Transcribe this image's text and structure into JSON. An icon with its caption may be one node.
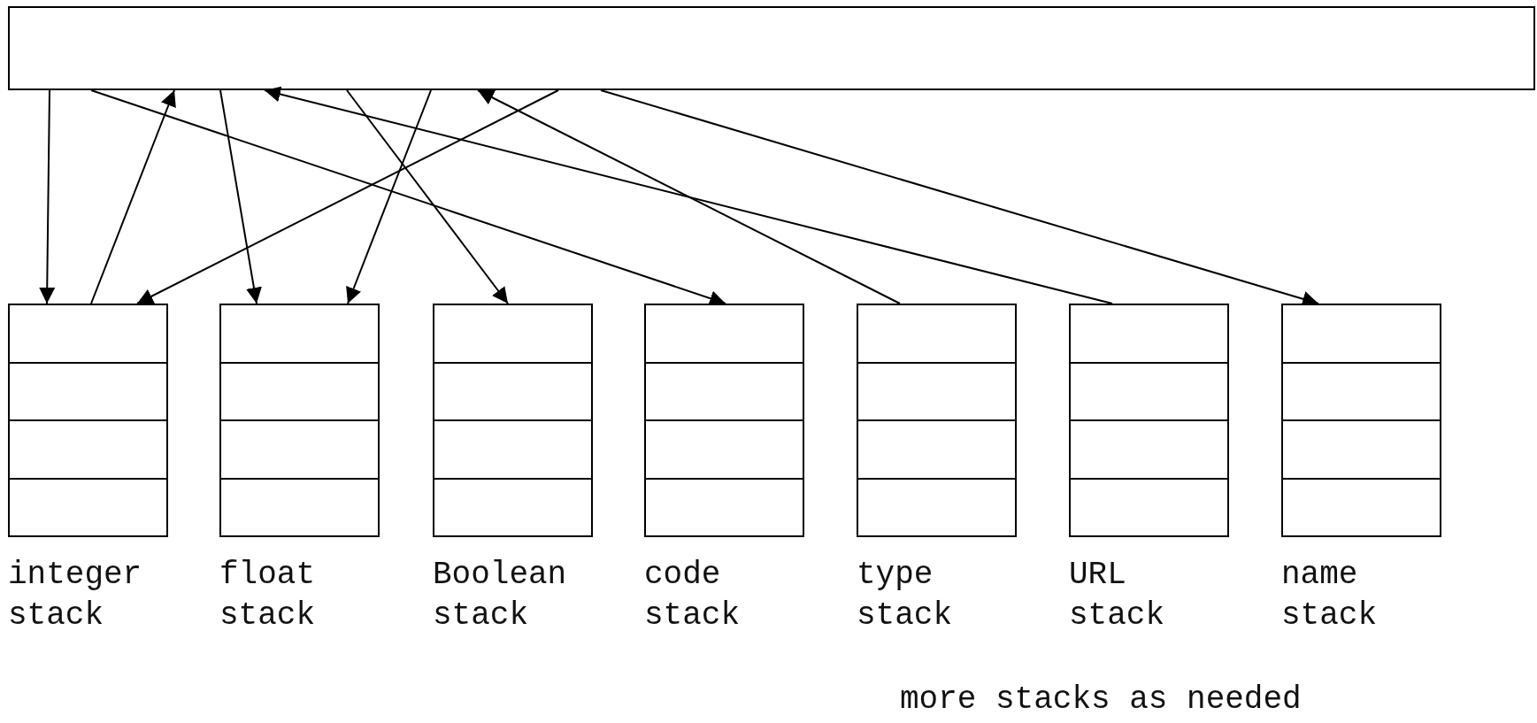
{
  "diagram": {
    "nodes": [
      {
        "text": [],
        "shape": "box"
      },
      {
        "text": [
          "integer stack"
        ]
      },
      {
        "text": [
          "float stack"
        ]
      },
      {
        "text": [
          "Boolean stack"
        ]
      },
      {
        "text": [
          "code stack"
        ]
      },
      {
        "text": [
          "type stack"
        ]
      },
      {
        "text": [
          "URL stack"
        ]
      },
      {
        "text": [
          "name stack"
        ]
      }
    ],
    "edges": [
      {
        "from": 0,
        "to": 1,
        "arrow": "to"
      },
      {
        "from": 1,
        "to": 0,
        "arrow": "to"
      },
      {
        "from": 0,
        "to": 4,
        "arrow": "to"
      },
      {
        "from": 0,
        "to": 2,
        "arrow": "to"
      },
      {
        "from": 0,
        "to": 3,
        "arrow": "to"
      },
      {
        "from": 0,
        "to": 2,
        "arrow": "to"
      },
      {
        "from": 0,
        "to": 1,
        "arrow": "to"
      },
      {
        "from": 5,
        "to": 0,
        "arrow": "to"
      },
      {
        "from": 6,
        "to": 0,
        "arrow": "to"
      },
      {
        "from": 0,
        "to": 7,
        "arrow": "to"
      }
    ],
    "labels": [
      "more stacks as needed"
    ]
  }
}
